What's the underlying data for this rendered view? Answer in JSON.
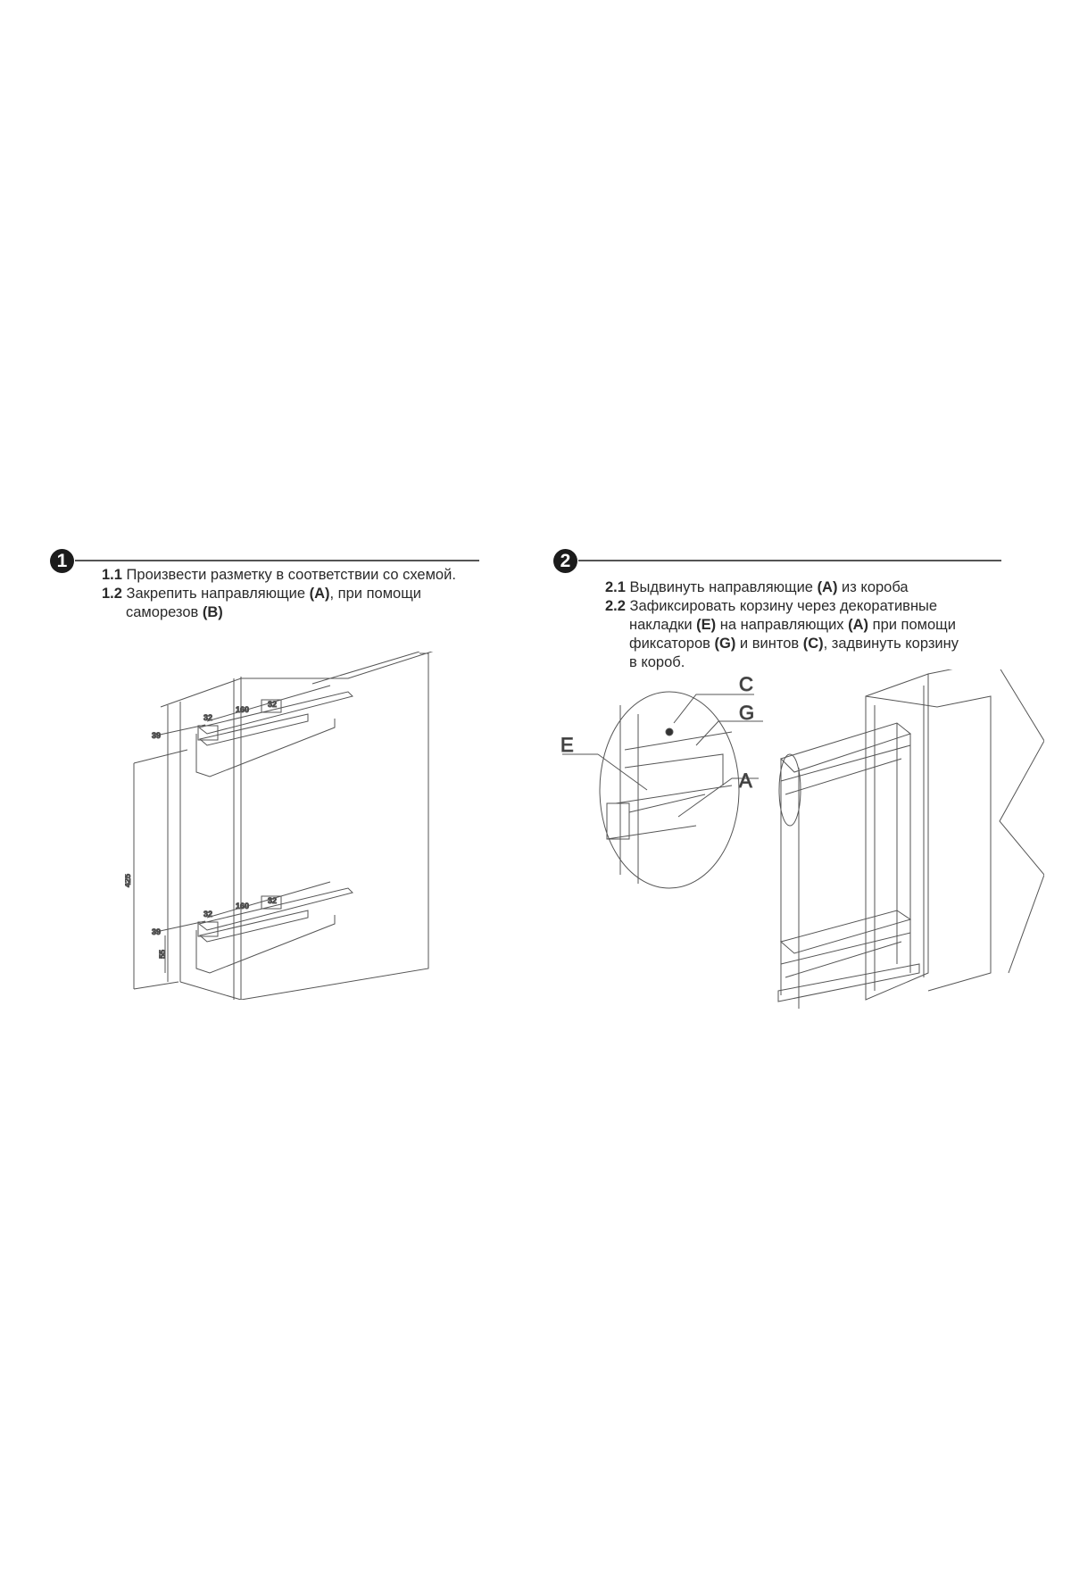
{
  "step1": {
    "number": "1",
    "items": [
      {
        "num": "1.1",
        "text": "Произвести разметку в соответствии со схемой."
      },
      {
        "num": "1.2",
        "text_a": "Закрепить направляющие ",
        "ref_a": "(A)",
        "text_b": ", при помощи",
        "text_c": "саморезов ",
        "ref_b": "(B)"
      }
    ],
    "dimensions": {
      "offset": "39",
      "hole_pitch_1": "32",
      "spacing": "160",
      "hole_pitch_2": "32",
      "height": "425",
      "bottom": "55"
    }
  },
  "step2": {
    "number": "2",
    "items": [
      {
        "num": "2.1",
        "text_a": "Выдвинуть направляющие ",
        "ref_a": "(A)",
        "text_b": " из короба"
      },
      {
        "num": "2.2",
        "l1": "Зафиксировать корзину через декоративные",
        "l2a": "накладки ",
        "l2r": "(E)",
        "l2b": " на направляющих ",
        "l2r2": "(A)",
        "l2c": " при помощи",
        "l3a": "фиксаторов ",
        "l3r": "(G)",
        "l3b": " и винтов ",
        "l3r2": "(C)",
        "l3c": ", задвинуть корзину",
        "l4": "в короб."
      }
    ],
    "callouts": {
      "c": "C",
      "g": "G",
      "e": "E",
      "a": "A"
    }
  }
}
